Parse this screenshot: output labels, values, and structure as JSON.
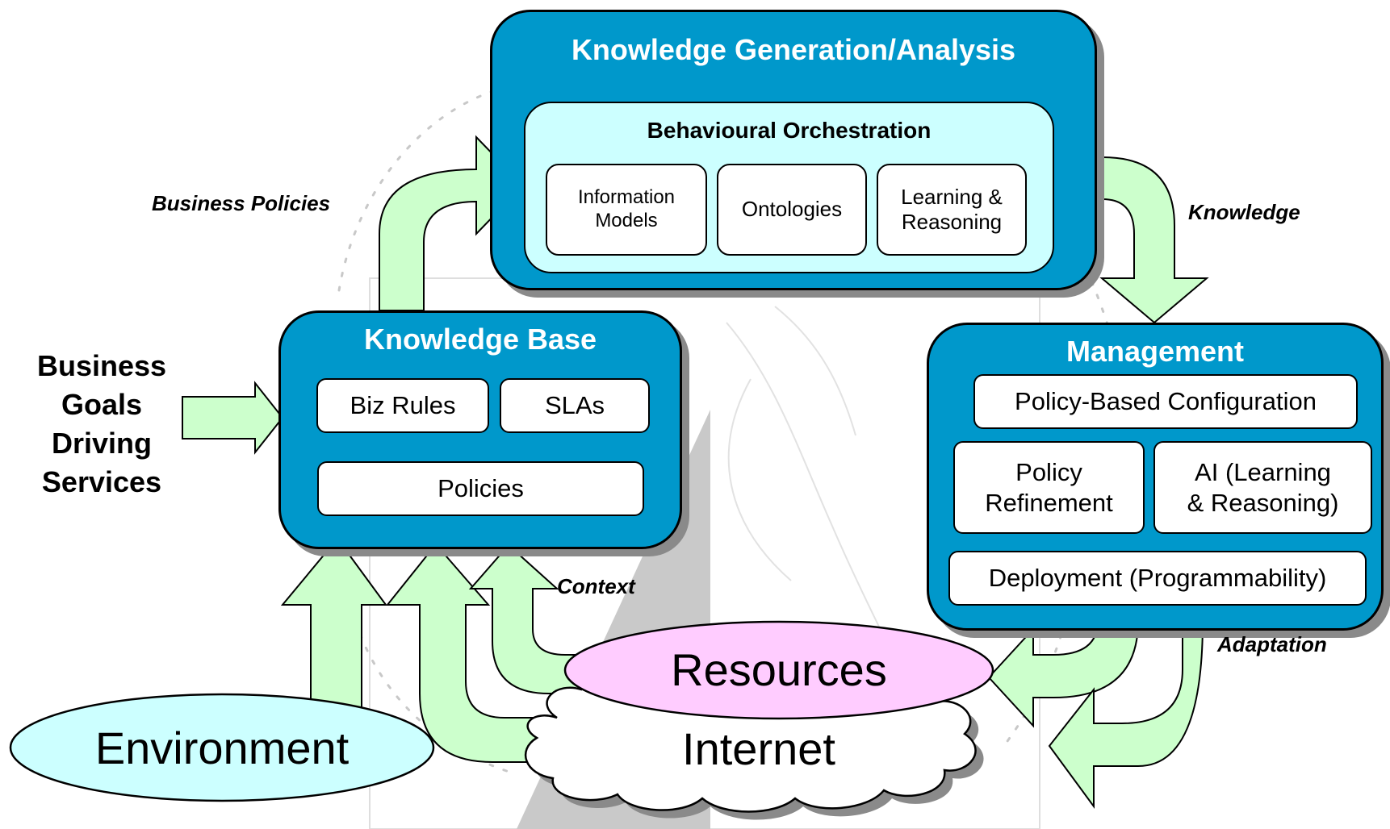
{
  "knowledge_generation": {
    "title": "Knowledge Generation/Analysis",
    "orchestration": {
      "title": "Behavioural Orchestration",
      "items": [
        "Information\nModels",
        "Ontologies",
        "Learning &\nReasoning"
      ]
    }
  },
  "knowledge_base": {
    "title": "Knowledge Base",
    "items": [
      "Biz Rules",
      "SLAs",
      "Policies"
    ]
  },
  "management": {
    "title": "Management",
    "items": [
      "Policy-Based Configuration",
      "Policy\nRefinement",
      "AI (Learning\n& Reasoning)",
      "Deployment (Programmability)"
    ]
  },
  "labels": {
    "business_policies": "Business Policies",
    "knowledge": "Knowledge",
    "context": "Context",
    "adaptation": "Adaptation",
    "business_goals": "Business\nGoals\nDriving\nServices"
  },
  "nodes": {
    "environment": "Environment",
    "resources": "Resources",
    "internet": "Internet"
  },
  "colors": {
    "box_blue": "#0098cb",
    "inner_cyan": "#ccffff",
    "arrow_green": "#ccffcc",
    "resources_pink": "#ffccff",
    "environment_cyan": "#ccffff",
    "shadow_gray": "#8a8a8a"
  }
}
